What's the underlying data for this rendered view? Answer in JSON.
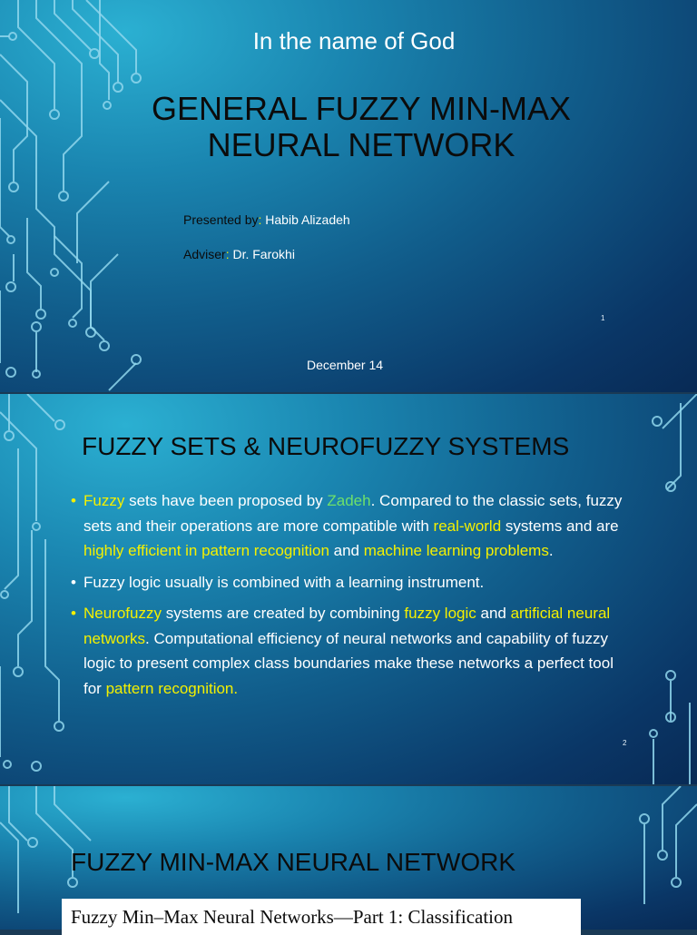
{
  "slides": [
    {
      "slide_number": "1",
      "header": "In the name of God",
      "title_lines": [
        "General Fuzzy Min-Max",
        "Neural Network"
      ],
      "presenter_label": "Presented by",
      "presenter_colon": ":",
      "presenter_name": " Habib Alizadeh",
      "adviser_label": "Adviser",
      "adviser_colon": ":",
      "adviser_name": " Dr. Farokhi",
      "date": "December 14"
    },
    {
      "slide_number": "2",
      "title": "FUZZY SETS & NEUROFUZZY SYSTEMS",
      "bullet_char": "•",
      "bullets": [
        [
          {
            "text": "Fuzzy",
            "color": "yellow"
          },
          {
            "text": " sets have been proposed by ",
            "color": "white"
          },
          {
            "text": "Zadeh",
            "color": "green"
          },
          {
            "text": ". Compared to the classic sets, fuzzy sets and their operations are more compatible with ",
            "color": "white"
          },
          {
            "text": "real-world",
            "color": "yellow"
          },
          {
            "text": " systems and are ",
            "color": "white"
          },
          {
            "text": "highly efficient in pattern recognition",
            "color": "yellow"
          },
          {
            "text": " and ",
            "color": "white"
          },
          {
            "text": "machine learning problems",
            "color": "yellow"
          },
          {
            "text": ".",
            "color": "white"
          }
        ],
        [
          {
            "text": "Fuzzy logic usually is combined with a learning instrument.",
            "color": "white"
          }
        ],
        [
          {
            "text": "Neurofuzzy",
            "color": "yellow"
          },
          {
            "text": " systems are created by combining ",
            "color": "white"
          },
          {
            "text": "fuzzy logic",
            "color": "yellow"
          },
          {
            "text": " and ",
            "color": "white"
          },
          {
            "text": "artificial neural networks",
            "color": "yellow"
          },
          {
            "text": ". Computational efficiency of neural networks and capability of fuzzy logic to present complex class boundaries make these networks a perfect tool for ",
            "color": "white"
          },
          {
            "text": "pattern recognition.",
            "color": "yellow"
          }
        ]
      ],
      "bullet_dot_colors": [
        "yellow",
        "white",
        "yellow"
      ]
    },
    {
      "title": "FUZZY MIN-MAX NEURAL NETWORK",
      "paper_heading": "Fuzzy Min–Max Neural Networks—Part 1: Classification"
    }
  ],
  "colors": {
    "yellow": "#f4f000",
    "green": "#6ee06a",
    "white": "#ffffff",
    "title_text": "#0b0b0b",
    "circuit": "#8fd6ec"
  },
  "icons": [
    "circuit-decoration-icon"
  ]
}
